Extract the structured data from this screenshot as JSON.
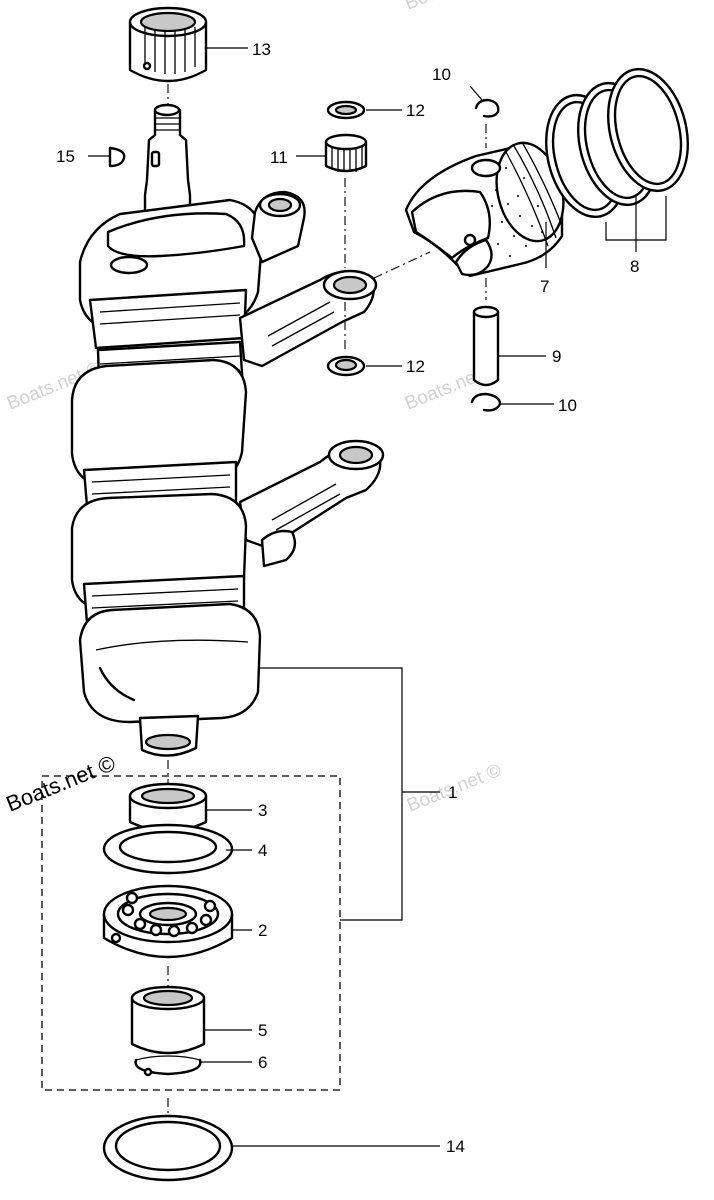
{
  "watermark": {
    "text": "Boats.net ©",
    "brand_text": "Boats.net ©"
  },
  "callouts": [
    {
      "id": "1",
      "label": "1"
    },
    {
      "id": "2",
      "label": "2"
    },
    {
      "id": "3",
      "label": "3"
    },
    {
      "id": "4",
      "label": "4"
    },
    {
      "id": "5",
      "label": "5"
    },
    {
      "id": "6",
      "label": "6"
    },
    {
      "id": "7",
      "label": "7"
    },
    {
      "id": "8",
      "label": "8"
    },
    {
      "id": "9",
      "label": "9"
    },
    {
      "id": "10a",
      "label": "10"
    },
    {
      "id": "10b",
      "label": "10"
    },
    {
      "id": "11",
      "label": "11"
    },
    {
      "id": "12a",
      "label": "12"
    },
    {
      "id": "12b",
      "label": "12"
    },
    {
      "id": "13",
      "label": "13"
    },
    {
      "id": "14",
      "label": "14"
    },
    {
      "id": "15",
      "label": "15"
    }
  ],
  "colors": {
    "line": "#000000",
    "shade": "#c8c8c8",
    "watermark": "#d2d2d2",
    "background": "#ffffff"
  }
}
